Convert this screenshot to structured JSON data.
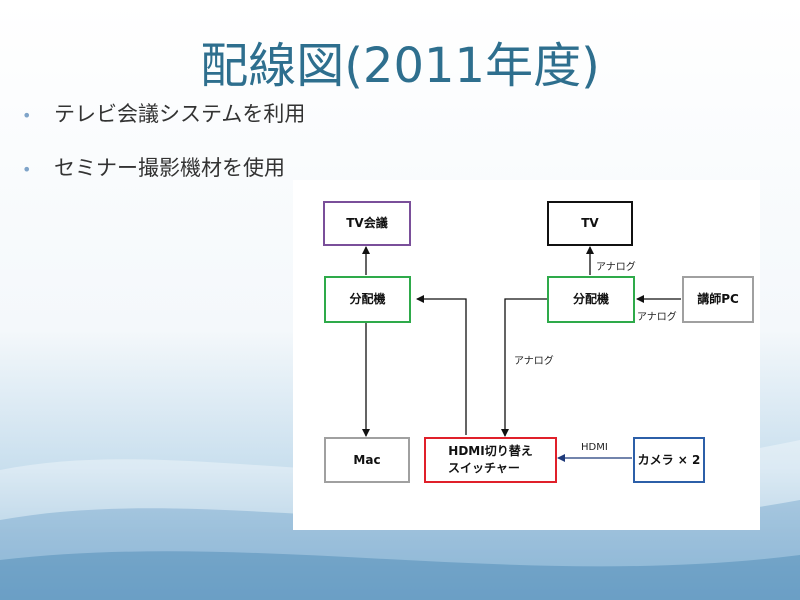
{
  "slide": {
    "title": "配線図(2011年度)",
    "bullets": [
      "テレビ会議システムを利用",
      "セミナー撮影機材を使用"
    ]
  },
  "diagram": {
    "nodes": {
      "tv_conference": "TV会議",
      "tv": "TV",
      "distributor_left": "分配機",
      "distributor_right": "分配機",
      "lecturer_pc": "講師PC",
      "mac": "Mac",
      "hdmi_switcher_line1": "HDMI切り替え",
      "hdmi_switcher_line2": "スイッチャー",
      "camera": "カメラ × 2"
    },
    "edge_labels": {
      "dist_to_tv": "アナログ",
      "pc_to_dist": "アナログ",
      "dist_to_switcher": "アナログ",
      "camera_to_switcher": "HDMI"
    },
    "colors": {
      "tv_conference": "#7a4f9a",
      "tv": "#111111",
      "distributor": "#2eaa4a",
      "lecturer_pc": "#a0a0a0",
      "mac": "#a0a0a0",
      "hdmi_switcher": "#e0202a",
      "camera": "#2c5fa8",
      "hdmi_line": "#1f3a7a",
      "title": "#2e6f8e"
    }
  }
}
